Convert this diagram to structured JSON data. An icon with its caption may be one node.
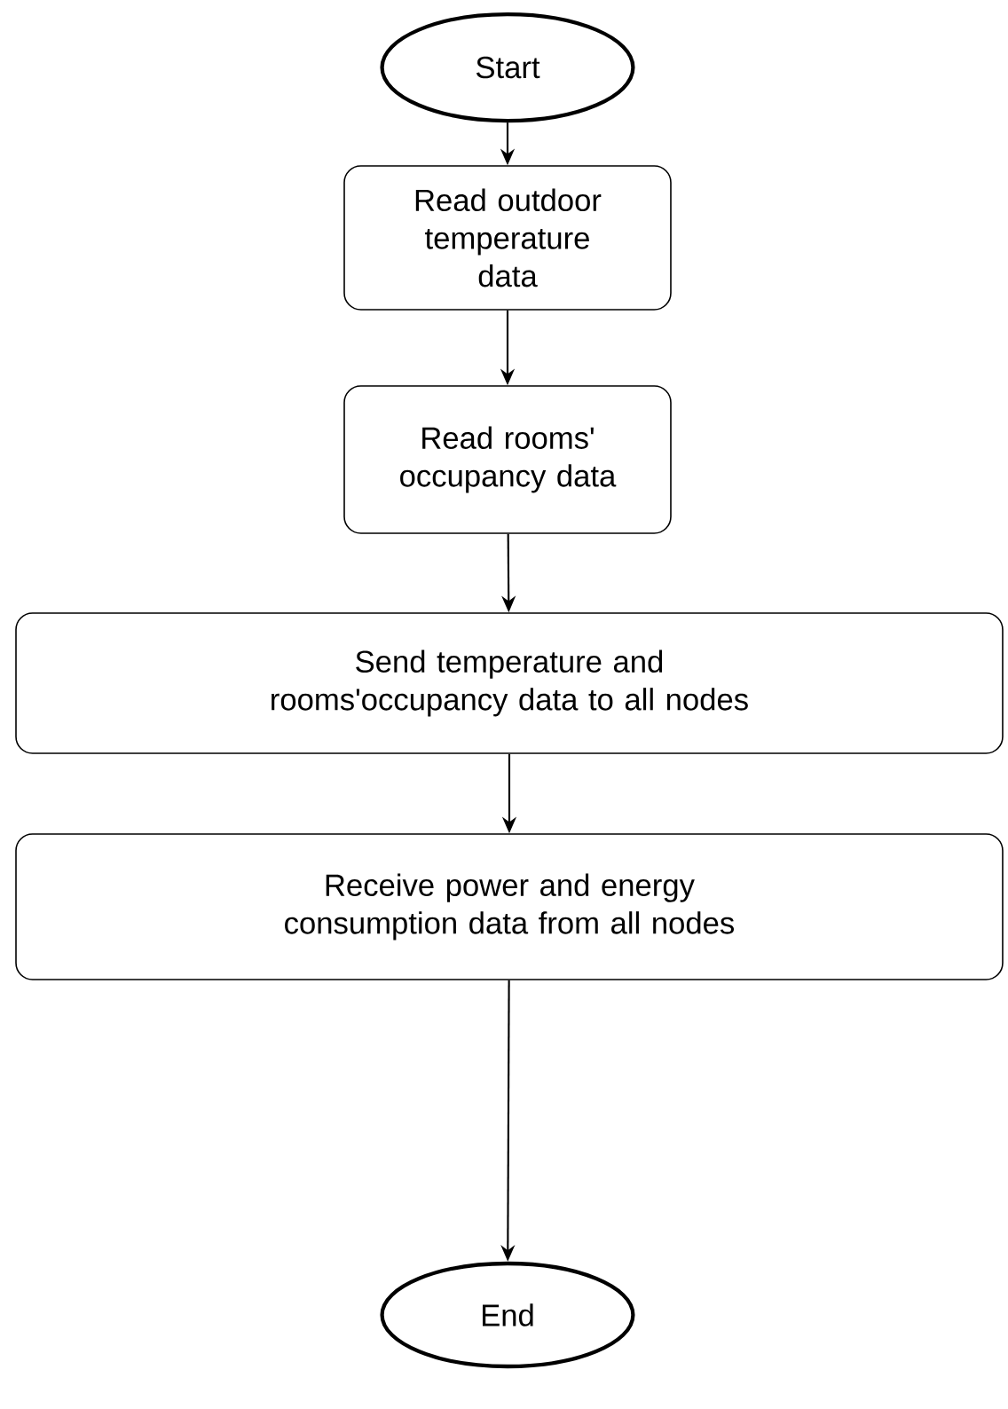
{
  "diagram": {
    "nodes": [
      {
        "text": [
          "Start"
        ]
      },
      {
        "text": [
          "Read outdoor temperature data"
        ]
      },
      {
        "text": [
          "Read rooms' occupancy data"
        ]
      },
      {
        "text": [
          "Send temperature and rooms'occupancy data to all nodes"
        ]
      },
      {
        "text": [
          "Receive power and energy consumption data from all nodes"
        ]
      },
      {
        "text": [
          "End"
        ]
      }
    ],
    "edges": [
      {
        "from": 0,
        "to": 1,
        "arrow": "to"
      },
      {
        "from": 1,
        "to": 2,
        "arrow": "to"
      },
      {
        "from": 2,
        "to": 3,
        "arrow": "to"
      },
      {
        "from": 3,
        "to": 4,
        "arrow": "to"
      },
      {
        "from": 4,
        "to": 5,
        "arrow": "to"
      }
    ]
  }
}
